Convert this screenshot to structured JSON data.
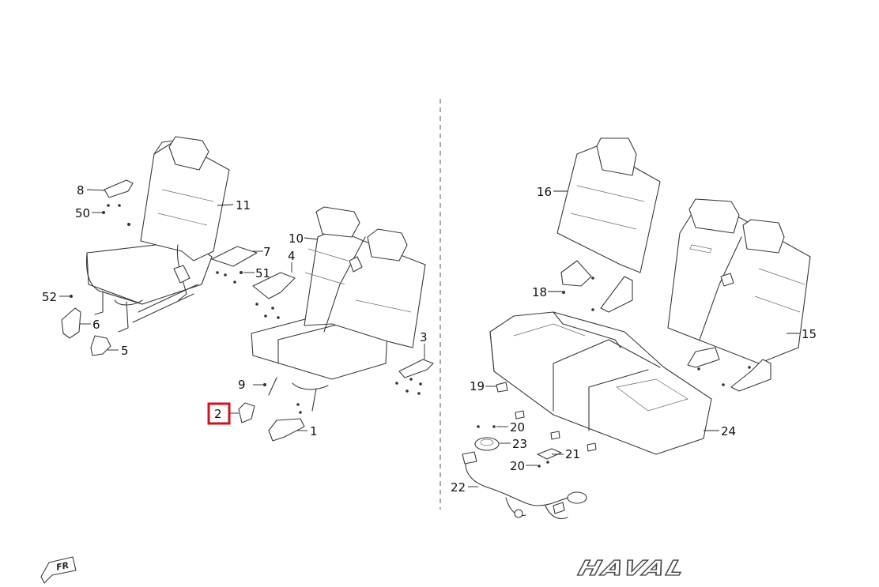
{
  "callouts": {
    "p1": "1",
    "p2": "2",
    "p3": "3",
    "p4": "4",
    "p5": "5",
    "p6": "6",
    "p7": "7",
    "p8": "8",
    "p9": "9",
    "p10": "10",
    "p11": "11",
    "p15": "15",
    "p16": "16",
    "p18": "18",
    "p19": "19",
    "p20a": "20",
    "p20b": "20",
    "p21": "21",
    "p22": "22",
    "p23": "23",
    "p24": "24",
    "p50": "50",
    "p51": "51",
    "p52": "52"
  },
  "highlighted_callout": "2",
  "direction_marker": "FR",
  "brand_logo": "HAVAL",
  "colors": {
    "highlight": "#d0141e",
    "line": "#3a3a3a",
    "background": "#ffffff"
  }
}
